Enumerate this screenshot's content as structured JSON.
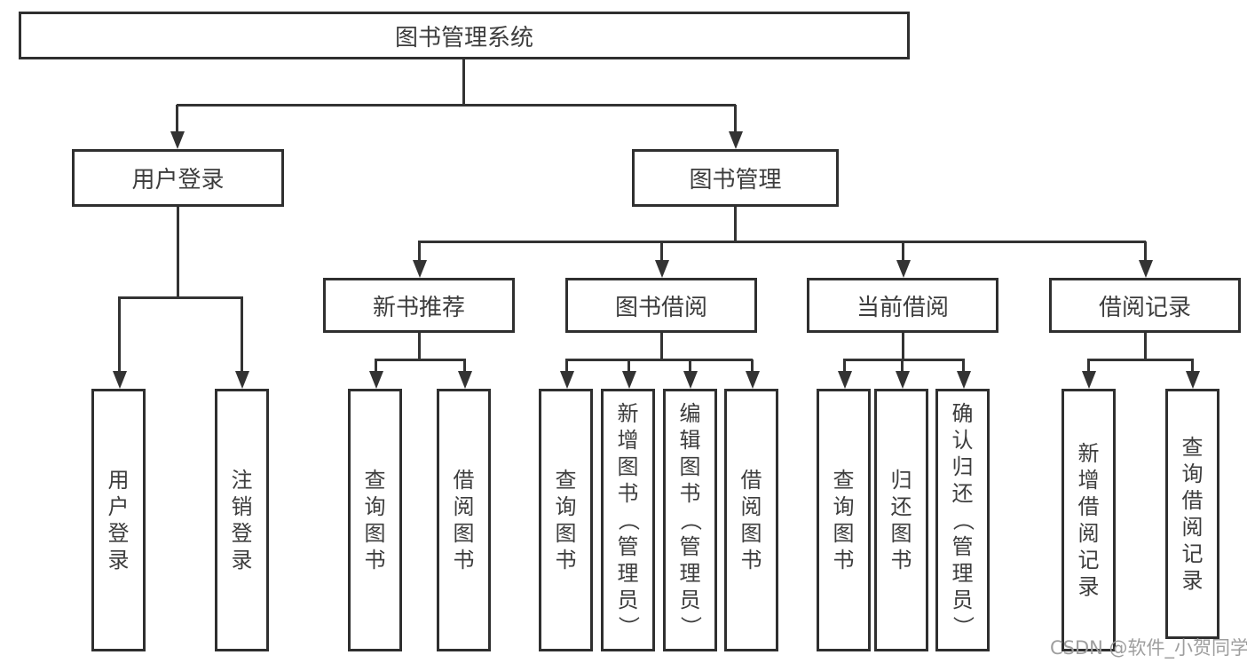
{
  "tree": {
    "root": {
      "label": "图书管理系统",
      "children": [
        {
          "label": "用户登录",
          "children": [
            {
              "label": "用户登录"
            },
            {
              "label": "注销登录"
            }
          ]
        },
        {
          "label": "图书管理",
          "children": [
            {
              "label": "新书推荐",
              "children": [
                {
                  "label": "查询图书"
                },
                {
                  "label": "借阅图书"
                }
              ]
            },
            {
              "label": "图书借阅",
              "children": [
                {
                  "label": "查询图书"
                },
                {
                  "label": "新增图书（管理员）"
                },
                {
                  "label": "编辑图书（管理员）"
                },
                {
                  "label": "借阅图书"
                }
              ]
            },
            {
              "label": "当前借阅",
              "children": [
                {
                  "label": "查询图书"
                },
                {
                  "label": "归还图书"
                },
                {
                  "label": "确认归还（管理员）"
                }
              ]
            },
            {
              "label": "借阅记录",
              "children": [
                {
                  "label": "新增借阅记录"
                },
                {
                  "label": "查询借阅记录"
                }
              ]
            }
          ]
        }
      ]
    }
  },
  "watermark": {
    "text": "CSDN @软件_小贺同学"
  },
  "colors": {
    "line": "#333333",
    "box_border": "#2f2f2f",
    "text": "#3d3d3d",
    "watermark": "#9e9e9e",
    "background": "#ffffff"
  }
}
